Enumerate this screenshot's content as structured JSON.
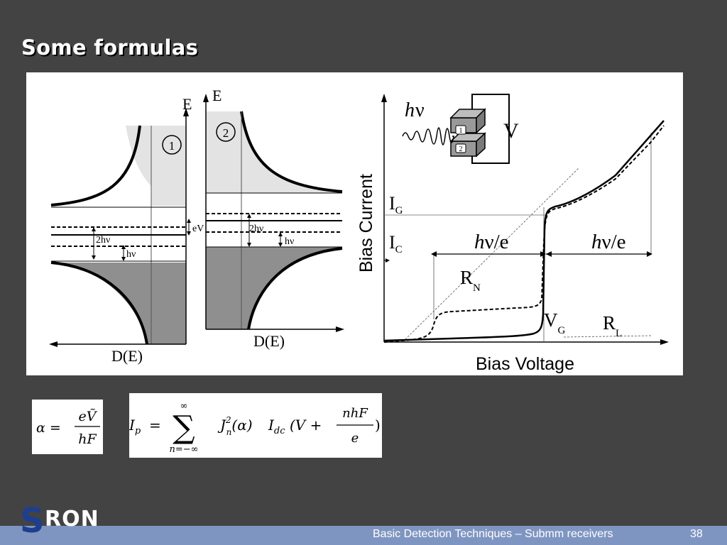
{
  "slide": {
    "title": "Some formulas",
    "footer_text": "Basic Detection Techniques – Submm receivers",
    "page_number": "38"
  },
  "logo": {
    "initial": "S",
    "rest": "RON"
  },
  "figure": {
    "left_panel": {
      "axis_label_e1": "E",
      "axis_label_e2": "E",
      "region_1": "1",
      "region_2": "2",
      "label_ev": "eV",
      "label_2hv_left": "2hν",
      "label_hv_left": "hν",
      "label_2hv_right": "2hν",
      "label_hv_right": "hν",
      "axis_label_de_left": "D(E)",
      "axis_label_de_right": "D(E)"
    },
    "right_panel": {
      "y_axis_label": "Bias Current",
      "x_axis_label": "Bias Voltage",
      "photon_label_h": "h",
      "photon_label_nu": "ν",
      "junction_1": "1",
      "junction_2": "2",
      "voltage_label": "V",
      "ig_main": "I",
      "ig_sub": "G",
      "ic_main": "I",
      "ic_sub": "C",
      "step_left_h": "h",
      "step_left_rest": "ν/e",
      "step_right_h": "h",
      "step_right_rest": "ν/e",
      "rn_main": "R",
      "rn_sub": "N",
      "vg_main": "V",
      "vg_sub": "G",
      "rl_main": "R",
      "rl_sub": "L"
    }
  },
  "formulas": {
    "alpha_lhs": "α =",
    "alpha_num": "eṼ",
    "alpha_den": "hF",
    "ip_lhs_main": "I",
    "ip_lhs_sub": "p",
    "ip_eq": "=",
    "sum_symbol": "∑",
    "sum_upper": "∞",
    "sum_lower": "n=−∞",
    "bessel": "J",
    "bessel_sup": "2",
    "bessel_sub": "n",
    "bessel_arg": "(α)",
    "idc_main": "I",
    "idc_sub": "dc",
    "paren_open": "(V +",
    "frac_num": "nhF",
    "frac_den": "e",
    "paren_close": ")"
  }
}
